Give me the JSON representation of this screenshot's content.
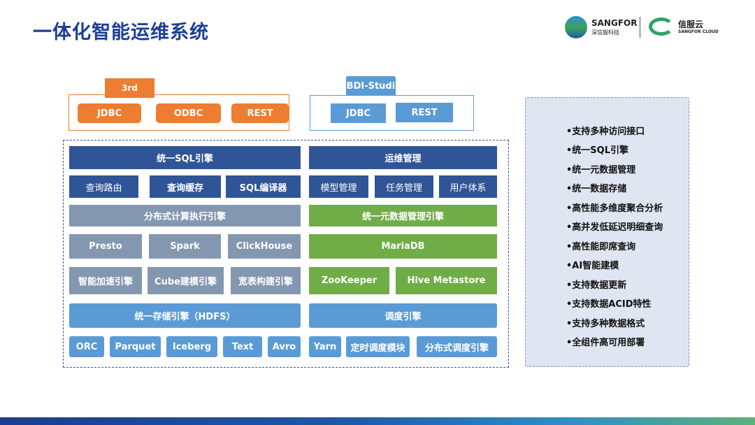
{
  "title": "一体化智能运维系统",
  "logos": {
    "sangfor": "SANGFOR",
    "sangfor_cn": "深信服科技",
    "cloud_cn": "信服云",
    "cloud_en": "SANGFOR CLOUD"
  },
  "third": {
    "tab": "3rd",
    "items": [
      "JDBC",
      "ODBC",
      "REST"
    ]
  },
  "studio": {
    "tab": "aBDI-Studio",
    "items": [
      "JDBC",
      "REST"
    ]
  },
  "left": {
    "sql_engine": "统一SQL引擎",
    "sql_sub": [
      "查询路由",
      "查询缓存",
      "SQL编译器"
    ],
    "compute": "分布式计算执行引擎",
    "compute_sub": [
      "Presto",
      "Spark",
      "ClickHouse"
    ],
    "accel": [
      "智能加速引擎",
      "Cube建模引擎",
      "宽表构建引擎"
    ],
    "storage": "统一存储引擎（HDFS）",
    "formats": [
      "ORC",
      "Parquet",
      "Iceberg",
      "Text",
      "Avro"
    ]
  },
  "right": {
    "ops": "运维管理",
    "ops_sub": [
      "模型管理",
      "任务管理",
      "用户体系"
    ],
    "meta": "统一元数据管理引擎",
    "mariadb": "MariaDB",
    "meta_sub": [
      "ZooKeeper",
      "Hive Metastore"
    ],
    "sched": "调度引擎",
    "sched_sub": [
      "Yarn",
      "定时调度模块",
      "分布式调度引擎"
    ]
  },
  "features": [
    "•支持多种访问接口",
    "•统一SQL引擎",
    "•统一元数据管理",
    "•统一数据存储",
    "•高性能多维度聚合分析",
    "•高并发低延迟明细查询",
    "•高性能即席查询",
    "•AI智能建模",
    "•支持数据更新",
    "•支持数据ACID特性",
    "•支持多种数据格式",
    "•全组件高可用部署"
  ]
}
